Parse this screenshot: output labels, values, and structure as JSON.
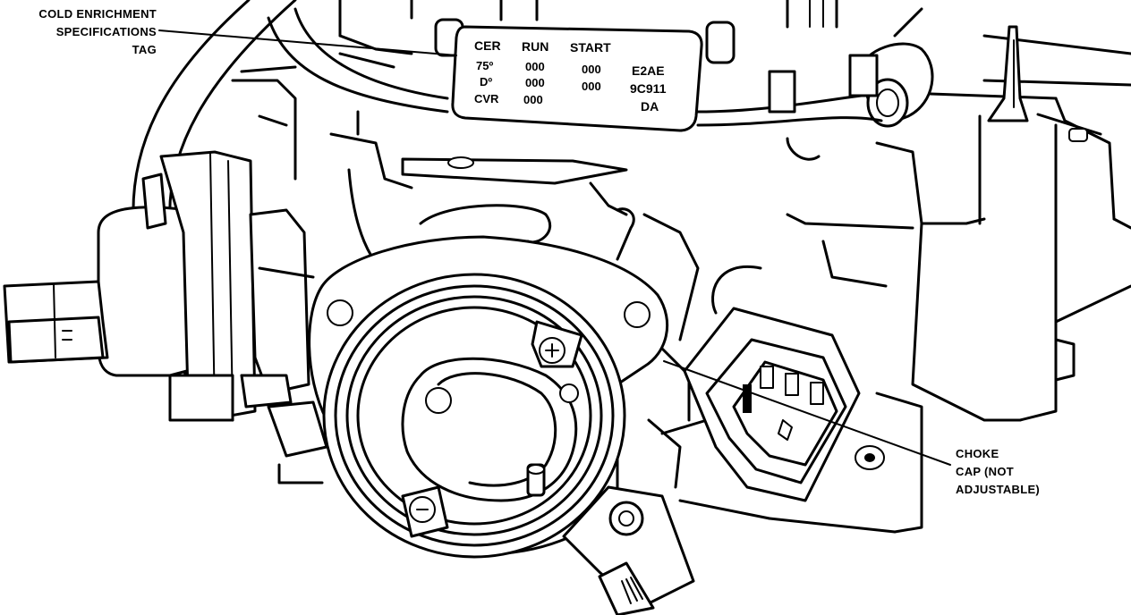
{
  "callouts": {
    "cold_enrichment_tag": [
      "COLD ENRICHMENT",
      "SPECIFICATIONS",
      "TAG"
    ],
    "choke_cap": [
      "CHOKE",
      "CAP (NOT",
      "ADJUSTABLE)"
    ]
  },
  "spec_tag": {
    "headers": [
      "CER",
      "RUN",
      "START"
    ],
    "rows": [
      {
        "label": "75º",
        "run": "000",
        "start": "000"
      },
      {
        "label": "Dº",
        "run": "000",
        "start": "000"
      },
      {
        "label": "CVR",
        "run": "000",
        "start": ""
      }
    ],
    "part_codes": [
      "E2AE",
      "9C911",
      "DA"
    ]
  }
}
